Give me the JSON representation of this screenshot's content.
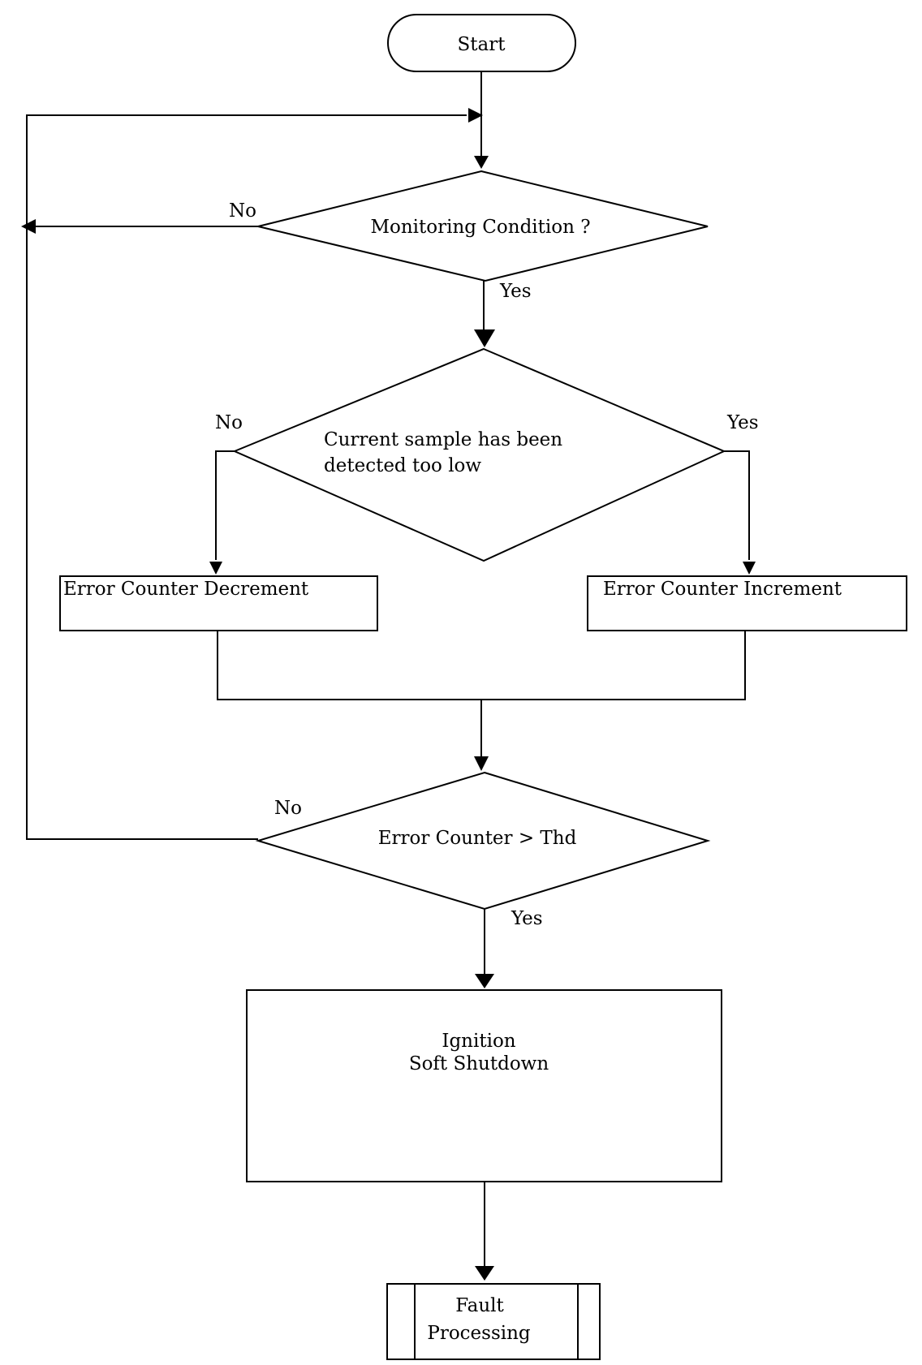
{
  "nodes": {
    "start": "Start",
    "monitoring": "Monitoring Condition ?",
    "current_sample": [
      "Current sample has been",
      "detected too low"
    ],
    "decrement": "Error Counter Decrement",
    "increment": "Error Counter Increment",
    "threshold": "Error Counter >  Thd",
    "shutdown": [
      "Ignition",
      "Soft Shutdown"
    ],
    "fault": [
      "Fault",
      "Processing"
    ]
  },
  "labels": {
    "monitoring_no": "No",
    "monitoring_yes": "Yes",
    "sample_no": "No",
    "sample_yes": "Yes",
    "threshold_no": "No",
    "threshold_yes": "Yes"
  }
}
